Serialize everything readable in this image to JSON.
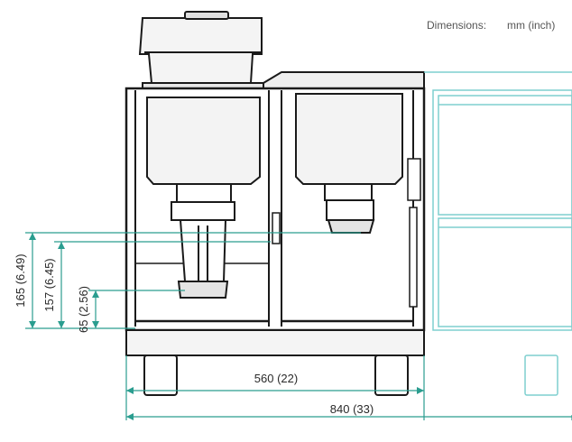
{
  "header": {
    "label": "Dimensions:",
    "units": "mm (inch)"
  },
  "dimensions": {
    "total_height_out": "165 (6.49)",
    "total_height_in": "157 (6.45)",
    "cup_height": "65 (2.56)",
    "base_width": "560 (22)",
    "total_width": "840 (33)"
  },
  "colors": {
    "outline": "#1a1a1a",
    "dimension_line": "#2a9d8f",
    "side_unit": "#7fcfcf",
    "machine_fill": "#ffffff",
    "panel_fill": "#f2f2f2"
  }
}
